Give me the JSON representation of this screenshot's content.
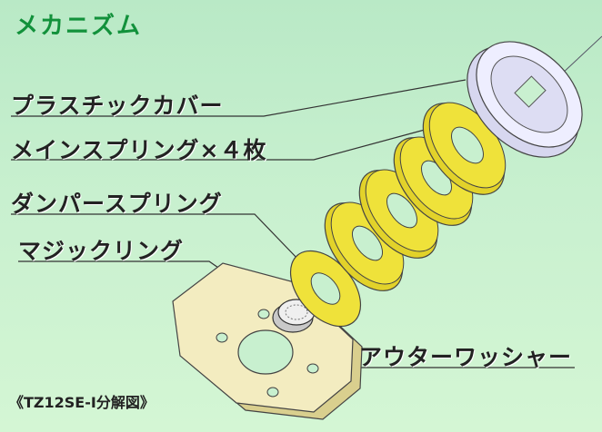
{
  "title": "メカニズム",
  "labels": {
    "plastic_cover": "プラスチックカバー",
    "main_spring": "メインスプリング×４枚",
    "damper_spring": "ダンパースプリング",
    "magic_ring": "マジックリング",
    "outer_washer": "アウターワッシャー"
  },
  "caption": "《TZ12SE-I分解図》",
  "colors": {
    "title": "#12913b",
    "spring": "#efe23a",
    "washer": "#f3ecc0",
    "cover": "#eeeeff"
  }
}
